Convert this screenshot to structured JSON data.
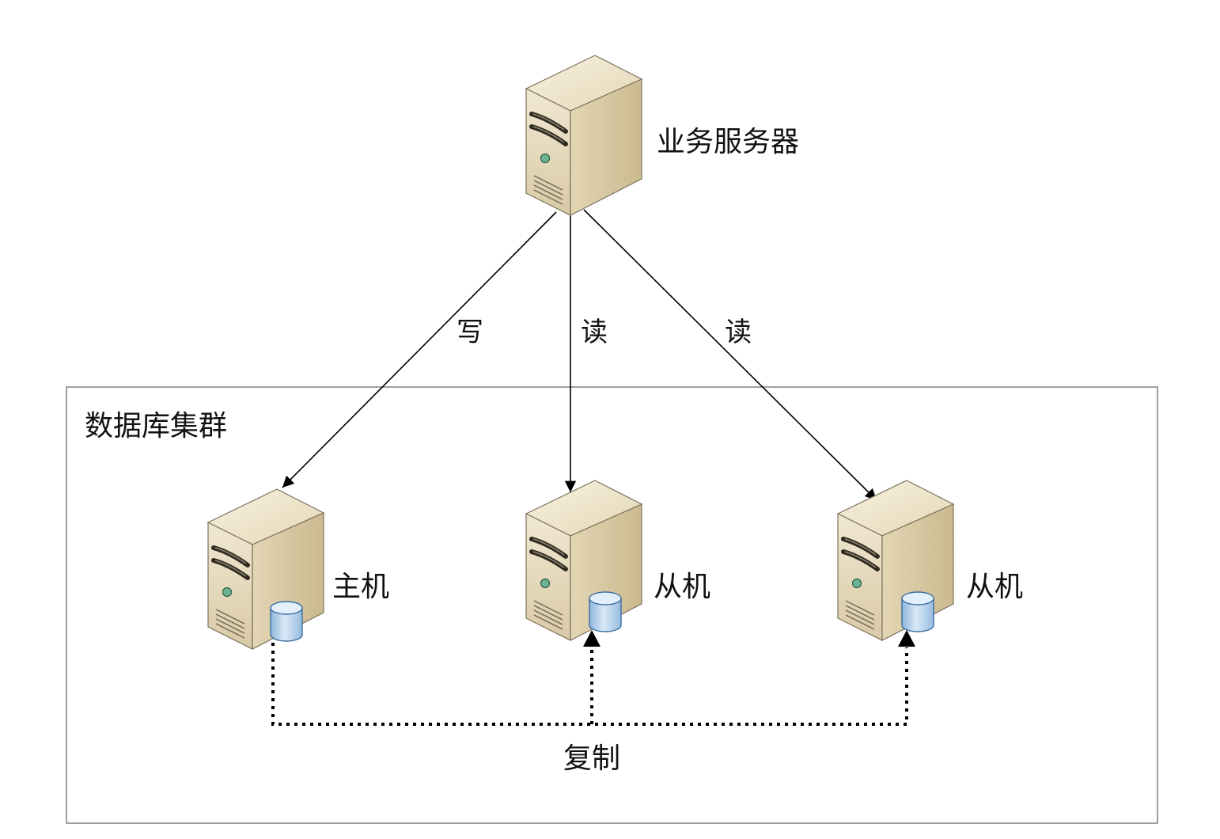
{
  "diagram": {
    "business_server": {
      "label": "业务服务器"
    },
    "cluster": {
      "label": "数据库集群"
    },
    "edges": [
      {
        "label": "写"
      },
      {
        "label": "读"
      },
      {
        "label": "读"
      }
    ],
    "nodes": [
      {
        "label": "主机"
      },
      {
        "label": "从机"
      },
      {
        "label": "从机"
      }
    ],
    "replication": {
      "label": "复制"
    }
  },
  "icons": {
    "server": "server-icon",
    "database": "database-icon"
  },
  "colors": {
    "server_body": "#e6dab9",
    "database": "#a9c8e8",
    "line": "#000000",
    "cluster_border": "#808080"
  }
}
